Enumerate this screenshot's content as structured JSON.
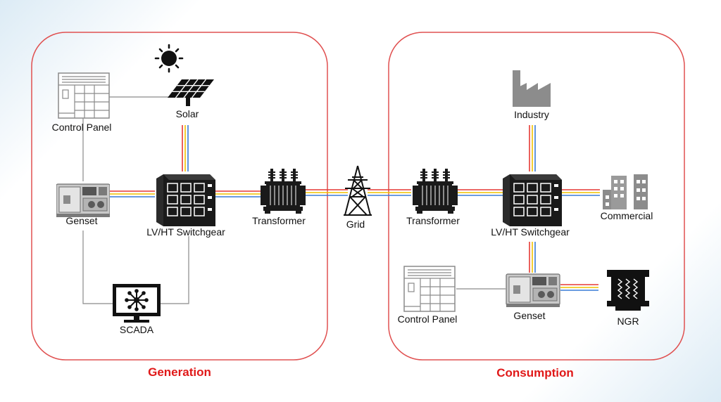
{
  "colors": {
    "frame": "#e05050",
    "title": "#e01818",
    "cable_red": "#e53935",
    "cable_yellow": "#f2c200",
    "cable_blue": "#3a7bd5",
    "control_wire": "#8a8a8a",
    "device_dark": "#1a1a1a",
    "device_grey": "#9a9a9a"
  },
  "sections": {
    "generation": {
      "title": "Generation"
    },
    "consumption": {
      "title": "Consumption"
    }
  },
  "nodes": {
    "sun": {
      "icon": "sun-icon"
    },
    "solar": {
      "label": "Solar",
      "icon": "solar-panel-icon"
    },
    "control_panel_gen": {
      "label": "Control Panel",
      "icon": "control-panel-icon"
    },
    "genset_gen": {
      "label": "Genset",
      "icon": "genset-icon"
    },
    "switchgear_gen": {
      "label": "LV/HT Switchgear",
      "icon": "switchgear-icon"
    },
    "transformer_gen": {
      "label": "Transformer",
      "icon": "transformer-icon"
    },
    "scada": {
      "label": "SCADA",
      "icon": "scada-monitor-icon"
    },
    "grid": {
      "label": "Grid",
      "icon": "transmission-tower-icon"
    },
    "transformer_con": {
      "label": "Transformer",
      "icon": "transformer-icon"
    },
    "switchgear_con": {
      "label": "LV/HT Switchgear",
      "icon": "switchgear-icon"
    },
    "industry": {
      "label": "Industry",
      "icon": "factory-icon"
    },
    "commercial": {
      "label": "Commercial",
      "icon": "buildings-icon"
    },
    "control_panel_con": {
      "label": "Control Panel",
      "icon": "control-panel-icon"
    },
    "genset_con": {
      "label": "Genset",
      "icon": "genset-icon"
    },
    "ngr": {
      "label": "NGR",
      "icon": "resistor-icon"
    }
  }
}
